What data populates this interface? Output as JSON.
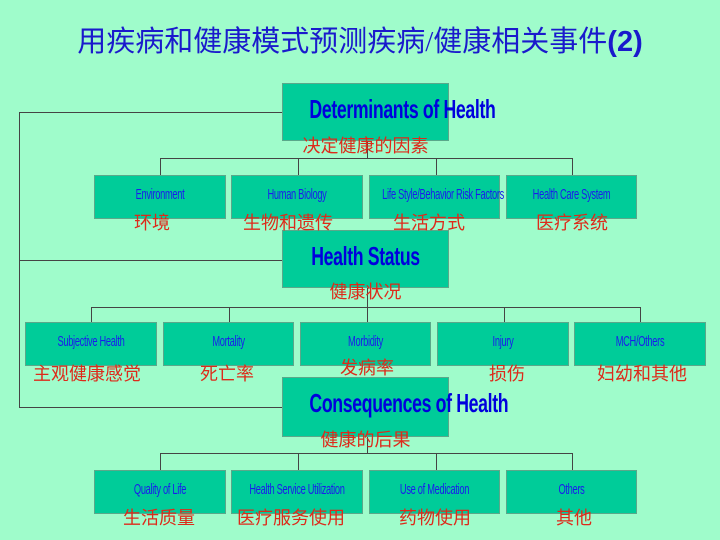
{
  "title": {
    "text": "用疾病和健康模式预测疾病/健康相关事件",
    "suffix": "(2)"
  },
  "determinants": {
    "en": "Determinants of Health",
    "zh": "决定健康的因素",
    "children": [
      {
        "en": "Environment",
        "zh": "环境"
      },
      {
        "en": "Human Biology",
        "zh": "生物和遗传"
      },
      {
        "en": "Life Style/Behavior Risk Factors",
        "zh": "生活方式"
      },
      {
        "en": "Health Care System",
        "zh": "医疗系统"
      }
    ]
  },
  "status": {
    "en": "Health Status",
    "zh": "健康状况",
    "children": [
      {
        "en": "Subjective Health",
        "zh": "主观健康感觉"
      },
      {
        "en": "Mortality",
        "zh": "死亡率"
      },
      {
        "en": "Morbidity",
        "zh": "发病率"
      },
      {
        "en": "Injury",
        "zh": "损伤"
      },
      {
        "en": "MCH/Others",
        "zh": "妇幼和其他"
      }
    ]
  },
  "consequences": {
    "en": "Consequences of Health",
    "zh": "健康的后果",
    "children": [
      {
        "en": "Quality of Life",
        "zh": "生活质量"
      },
      {
        "en": "Health Service Utilization",
        "zh": "医疗服务使用"
      },
      {
        "en": "Use of Medication",
        "zh": "药物使用"
      },
      {
        "en": "Others",
        "zh": "其他"
      }
    ]
  }
}
